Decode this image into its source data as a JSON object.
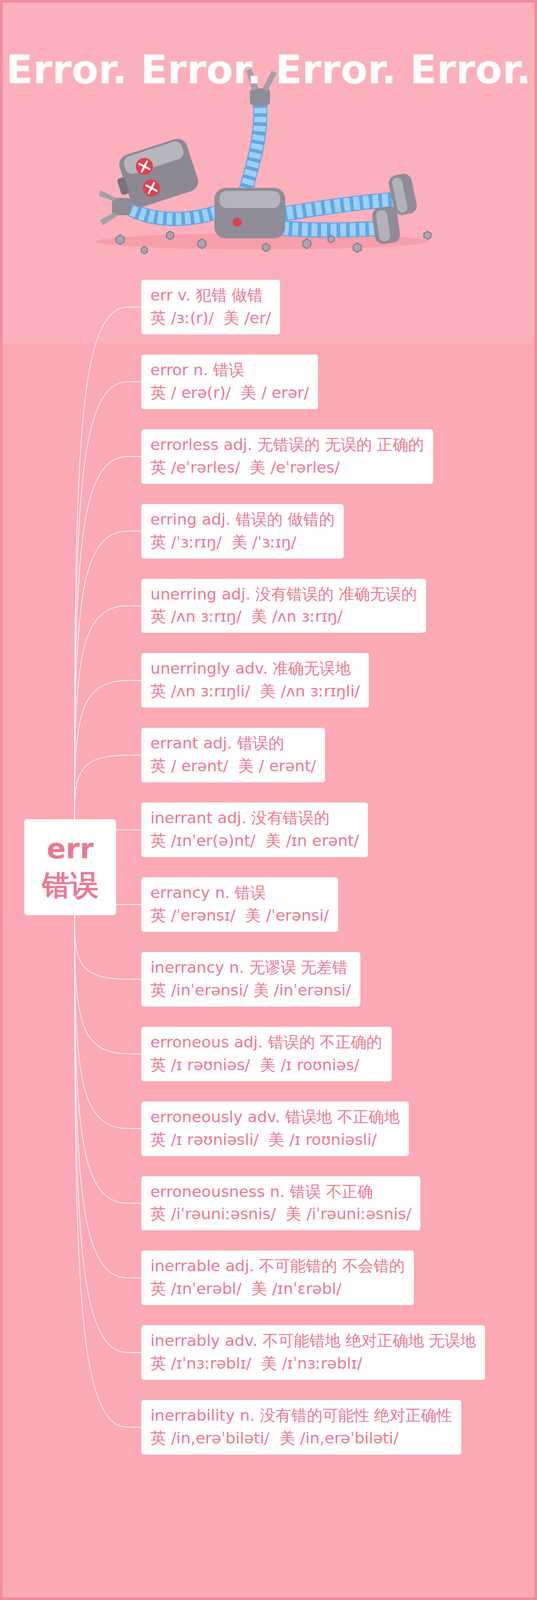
{
  "diagram": {
    "title": "Error. Error. Error. Error.",
    "nodes": [
      {
        "text": [
          "err",
          "错误"
        ]
      },
      {
        "text": [
          "err v. 犯错 做错",
          "英 /ɜː(r)/  美 /er/"
        ]
      },
      {
        "text": [
          "error n. 错误",
          "英 / erə(r)/  美 / erər/"
        ]
      },
      {
        "text": [
          "errorless adj. 无错误的 无误的 正确的",
          "英 /eˈrərles/  美 /eˈrərles/"
        ]
      },
      {
        "text": [
          "erring adj. 错误的 做错的",
          "英 /ˈɜːrɪŋ/  美 /ˈɜːɪŋ/"
        ]
      },
      {
        "text": [
          "unerring adj. 没有错误的 准确无误的",
          "英 /ʌn ɜːrɪŋ/  美 /ʌn ɜːrɪŋ/"
        ]
      },
      {
        "text": [
          "unerringly adv. 准确无误地",
          "英 /ʌn ɜːrɪŋli/  美 /ʌn ɜːrɪŋli/"
        ]
      },
      {
        "text": [
          "errant adj. 错误的",
          "英 / erənt/  美 / erənt/"
        ]
      },
      {
        "text": [
          "inerrant adj. 没有错误的",
          "英 /ɪnˈer(ə)nt/  美 /ɪn erənt/"
        ]
      },
      {
        "text": [
          "errancy n. 错误",
          "英 /ˈerənsɪ/  美 /ˈerənsi/"
        ]
      },
      {
        "text": [
          "inerrancy n. 无谬误 无差错",
          "英 /inˈerənsi/ 美 /inˈerənsi/"
        ]
      },
      {
        "text": [
          "erroneous adj. 错误的 不正确的",
          "英 /ɪ rəʊniəs/  美 /ɪ roʊniəs/"
        ]
      },
      {
        "text": [
          "erroneously adv. 错误地 不正确地",
          "英 /ɪ rəʊniəsli/  美 /ɪ roʊniəsli/"
        ]
      },
      {
        "text": [
          "erroneousness n. 错误 不正确",
          "英 /iˈrəuniːəsnis/  美 /iˈrəuniːəsnis/"
        ]
      },
      {
        "text": [
          "inerrable adj. 不可能错的 不会错的",
          "英 /ɪnˈerəbl/  美 /ɪnˈɛrəbl/"
        ]
      },
      {
        "text": [
          "inerrably adv. 不可能错地 绝对正确地 无误地",
          "英 /ɪˈnɜːrəblɪ/  美 /ɪˈnɜːrəblɪ/"
        ]
      },
      {
        "text": [
          "inerrability n. 没有错的可能性 绝对正确性",
          "英 /in,erəˈbiləti/  美 /in,erəˈbiləti/"
        ]
      }
    ],
    "edges": [
      {
        "from": 0,
        "to": 1,
        "arrow": "none"
      },
      {
        "from": 0,
        "to": 2,
        "arrow": "none"
      },
      {
        "from": 0,
        "to": 3,
        "arrow": "none"
      },
      {
        "from": 0,
        "to": 4,
        "arrow": "none"
      },
      {
        "from": 0,
        "to": 5,
        "arrow": "none"
      },
      {
        "from": 0,
        "to": 6,
        "arrow": "none"
      },
      {
        "from": 0,
        "to": 7,
        "arrow": "none"
      },
      {
        "from": 0,
        "to": 8,
        "arrow": "none"
      },
      {
        "from": 0,
        "to": 9,
        "arrow": "none"
      },
      {
        "from": 0,
        "to": 10,
        "arrow": "none"
      },
      {
        "from": 0,
        "to": 11,
        "arrow": "none"
      },
      {
        "from": 0,
        "to": 12,
        "arrow": "none"
      },
      {
        "from": 0,
        "to": 13,
        "arrow": "none"
      },
      {
        "from": 0,
        "to": 14,
        "arrow": "none"
      },
      {
        "from": 0,
        "to": 15,
        "arrow": "none"
      },
      {
        "from": 0,
        "to": 16,
        "arrow": "none"
      }
    ]
  }
}
